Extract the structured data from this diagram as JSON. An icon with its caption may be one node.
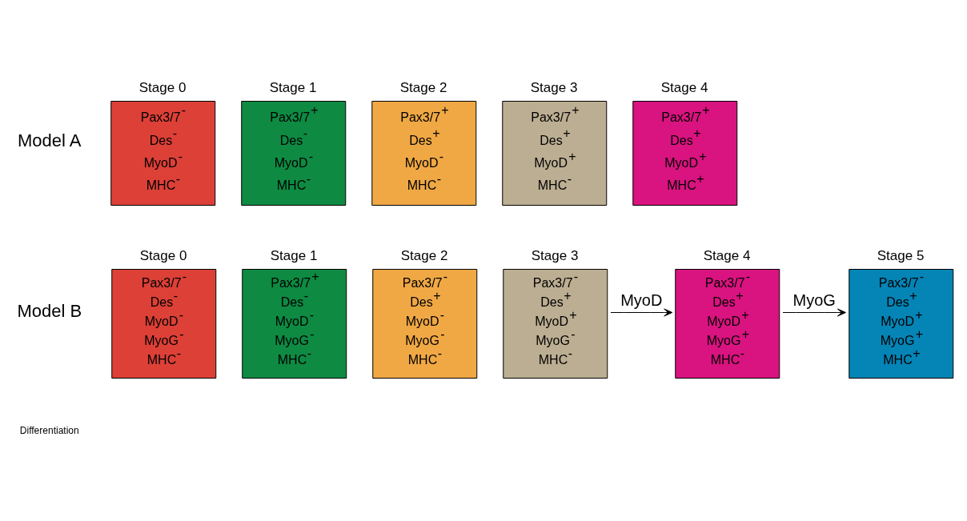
{
  "diagram": {
    "nodes": [
      {
        "text": [
          "Stage 0",
          "Pax3/7$^{-}$",
          "Des$^{-}$",
          "MyoD$^{-}$",
          "MHC$^{-}$"
        ]
      },
      {
        "text": [
          "Stage 1",
          "Pax3/7$^{+}$",
          "Des$^{-}$",
          "MyoD$^{-}$",
          "MHC$^{-}$"
        ]
      },
      {
        "text": [
          "Stage 2",
          "Pax3/7$^{+}$",
          "Des$^{+}$",
          "MyoD$^{-}$",
          "MHC$^{-}$"
        ]
      },
      {
        "text": [
          "Stage 3",
          "Pax3/7$^{+}$",
          "Des$^{+}$",
          "MyoD$^{+}$",
          "MHC$^{-}$"
        ]
      },
      {
        "text": [
          "Stage 4",
          "Pax3/7$^{+}$",
          "Des$^{+}$",
          "MyoD$^{+}$",
          "MHC$^{+}$"
        ]
      },
      {
        "text": [
          "Stage 0",
          "Pax3/7$^{-}$",
          "Des$^{-}$",
          "MyoD$^{-}$",
          "MyoG$^{-}$",
          "MHC$^{-}$"
        ]
      },
      {
        "text": [
          "Stage 1",
          "Pax3/7$^{+}$",
          "Des$^{-}$",
          "MyoD$^{-}$",
          "MyoG$^{-}$",
          "MHC$^{-}$"
        ]
      },
      {
        "text": [
          "Stage 2",
          "Pax3/7$^{-}$",
          "Des$^{+}$",
          "MyoD$^{-}$",
          "MyoG$^{-}$",
          "MHC$^{-}$"
        ]
      },
      {
        "text": [
          "Stage 3",
          "Pax3/7$^{-}$",
          "Des$^{+}$",
          "MyoD$^{+}$",
          "MyoG$^{-}$",
          "MHC$^{-}$"
        ]
      },
      {
        "text": [
          "Stage 4",
          "Pax3/7$^{-}$",
          "Des$^{+}$",
          "MyoD$^{+}$",
          "MyoG$^{+}$",
          "MHC$^{-}$"
        ]
      },
      {
        "text": [
          "Stage 5",
          "Pax3/7$^{-}$",
          "Des$^{+}$",
          "MyoD$^{+}$",
          "MyoG$^{+}$",
          "MHC$^{+}$"
        ]
      }
    ],
    "edges": [
      {
        "from": 8,
        "to": 9,
        "arrow": "to",
        "label": "MyoD"
      },
      {
        "from": 9,
        "to": 10,
        "arrow": "to",
        "label": "MyoG"
      }
    ],
    "labels": [
      "Model A",
      "Model B",
      "Differentiation"
    ]
  }
}
